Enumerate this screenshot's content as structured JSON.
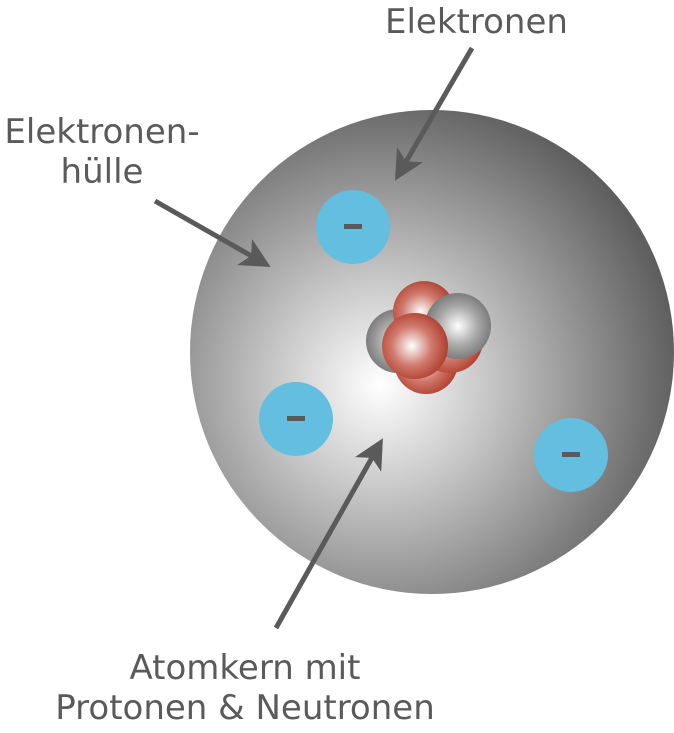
{
  "labels": {
    "electrons": "Elektronen",
    "shell_line1": "Elektronen-",
    "shell_line2": "hülle",
    "nucleus_line1": "Atomkern mit",
    "nucleus_line2": "Protonen & Neutronen"
  },
  "electron_symbol": "−",
  "colors": {
    "text": "#5a5a5a",
    "arrow": "#5a5a5a",
    "electron": "#63bedf",
    "proton": "#b23a2b",
    "neutron": "#6f6f6f",
    "shell_edge": "#5e5e5e"
  }
}
